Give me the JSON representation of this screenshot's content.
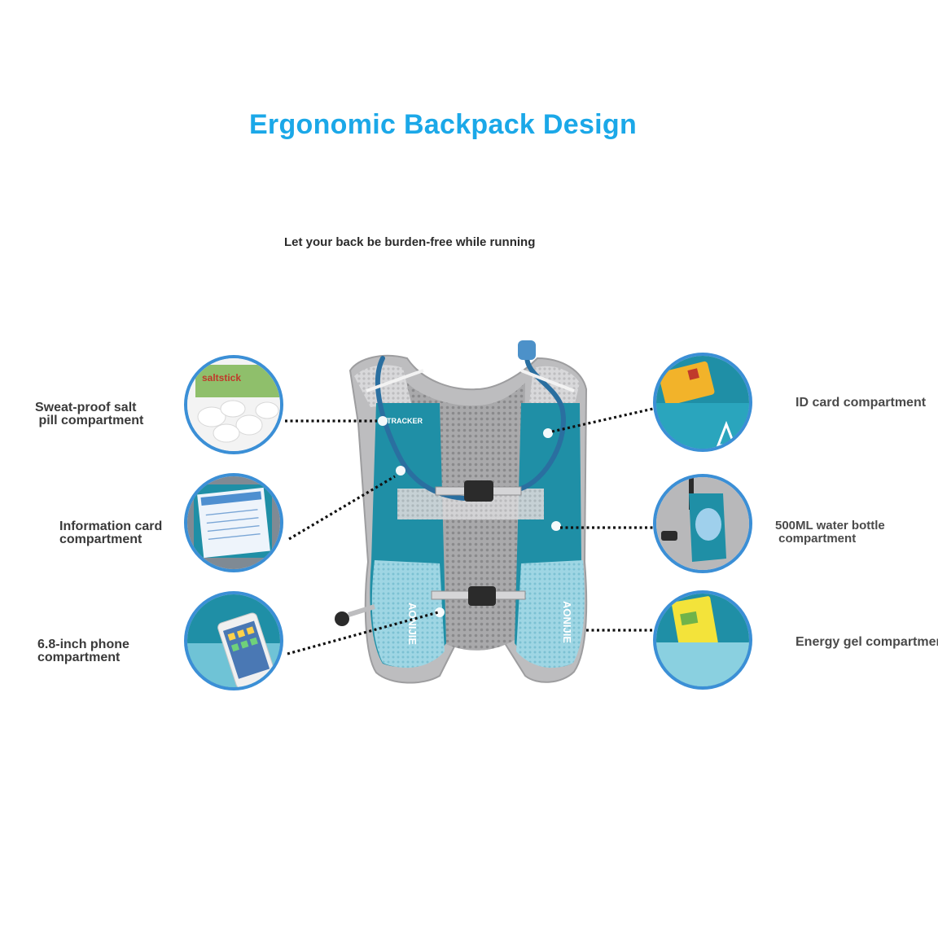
{
  "header": {
    "title": "Ergonomic Backpack Design",
    "subtitle": "Let your back be burden-free while running"
  },
  "colors": {
    "title": "#1ba8e8",
    "circle_border": "#3b8fd6",
    "vest_teal": "#1f8fa6",
    "vest_light": "#8fd2e2",
    "vest_grey": "#b9b9bb"
  },
  "features": {
    "left": [
      {
        "label": "Sweat-proof salt\n pill compartment",
        "icon": "salt-pill-icon"
      },
      {
        "label": "Information card\ncompartment",
        "icon": "info-card-icon"
      },
      {
        "label": "6.8-inch phone\ncompartment",
        "icon": "phone-icon"
      }
    ],
    "right": [
      {
        "label": "ID card compartment",
        "icon": "id-card-icon"
      },
      {
        "label": "500ML water bottle\n compartment",
        "icon": "water-bottle-icon"
      },
      {
        "label": "Energy gel compartment",
        "icon": "energy-gel-icon"
      }
    ]
  },
  "product": {
    "brand": "AONIJIE",
    "tag": "TRACKER",
    "salt_brand": "saltstick"
  }
}
